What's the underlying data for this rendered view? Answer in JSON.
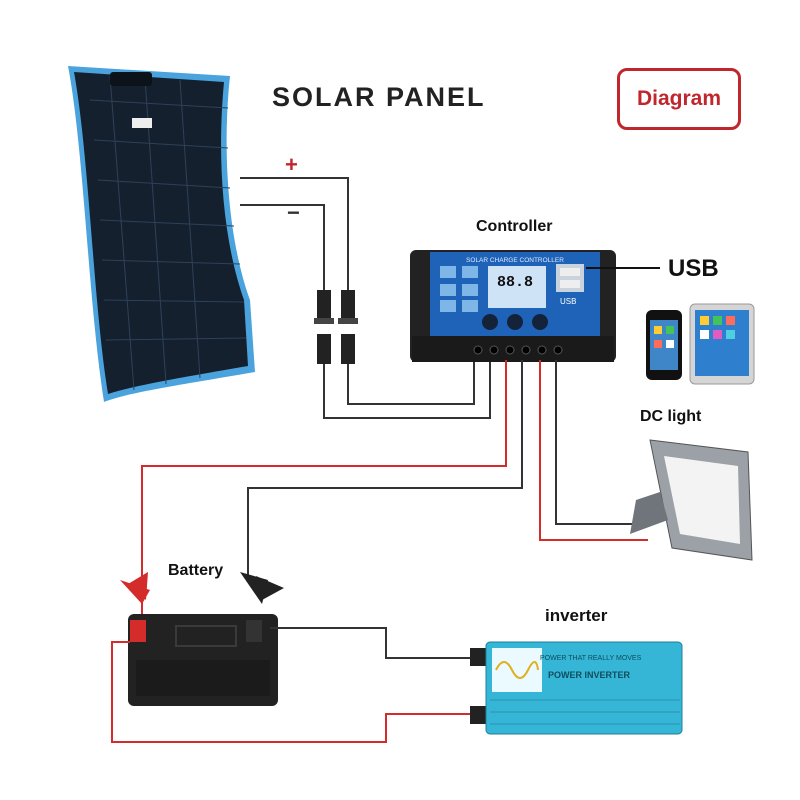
{
  "header": {
    "title": "SOLAR  PANEL",
    "badge": "Diagram"
  },
  "labels": {
    "controller": "Controller",
    "usb": "USB",
    "dc_light": "DC light",
    "battery": "Battery",
    "inverter": "inverter",
    "plus": "+",
    "minus": "−"
  },
  "device_text": {
    "controller_banner": "SOLAR CHARGE CONTROLLER",
    "lcd_readout": "88.8",
    "usb_port_label": "USB",
    "inverter_banner": "POWER THAT REALLY MOVES",
    "inverter_brand": "POWER INVERTER"
  },
  "colors": {
    "positive_wire": "#d42b2b",
    "negative_wire": "#333333",
    "accent": "#c0262c",
    "controller_face": "#1f63b8",
    "inverter_body": "#35b6d6"
  }
}
